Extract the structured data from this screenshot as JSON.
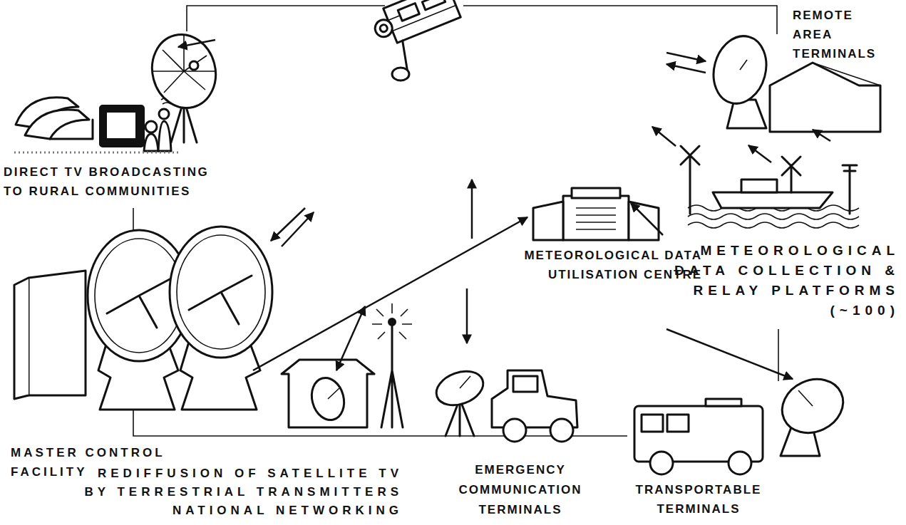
{
  "diagram": {
    "labels": [
      "REMOTE AREA TERMINALS",
      "DIRECT TV BROADCASTING TO RURAL COMMUNITIES",
      "METEOROLOGICAL DATA UTILISATION CENTRE",
      "METEOROLOGICAL DATA COLLECTION & RELAY PLATFORMS (~100)",
      "MASTER CONTROL FACILITY",
      "REDIFFUSION OF SATELLITE TV BY TERRESTRIAL TRANSMITTERS NATIONAL NETWORKING",
      "EMERGENCY COMMUNICATION TERMINALS",
      "TRANSPORTABLE TERMINALS"
    ]
  }
}
